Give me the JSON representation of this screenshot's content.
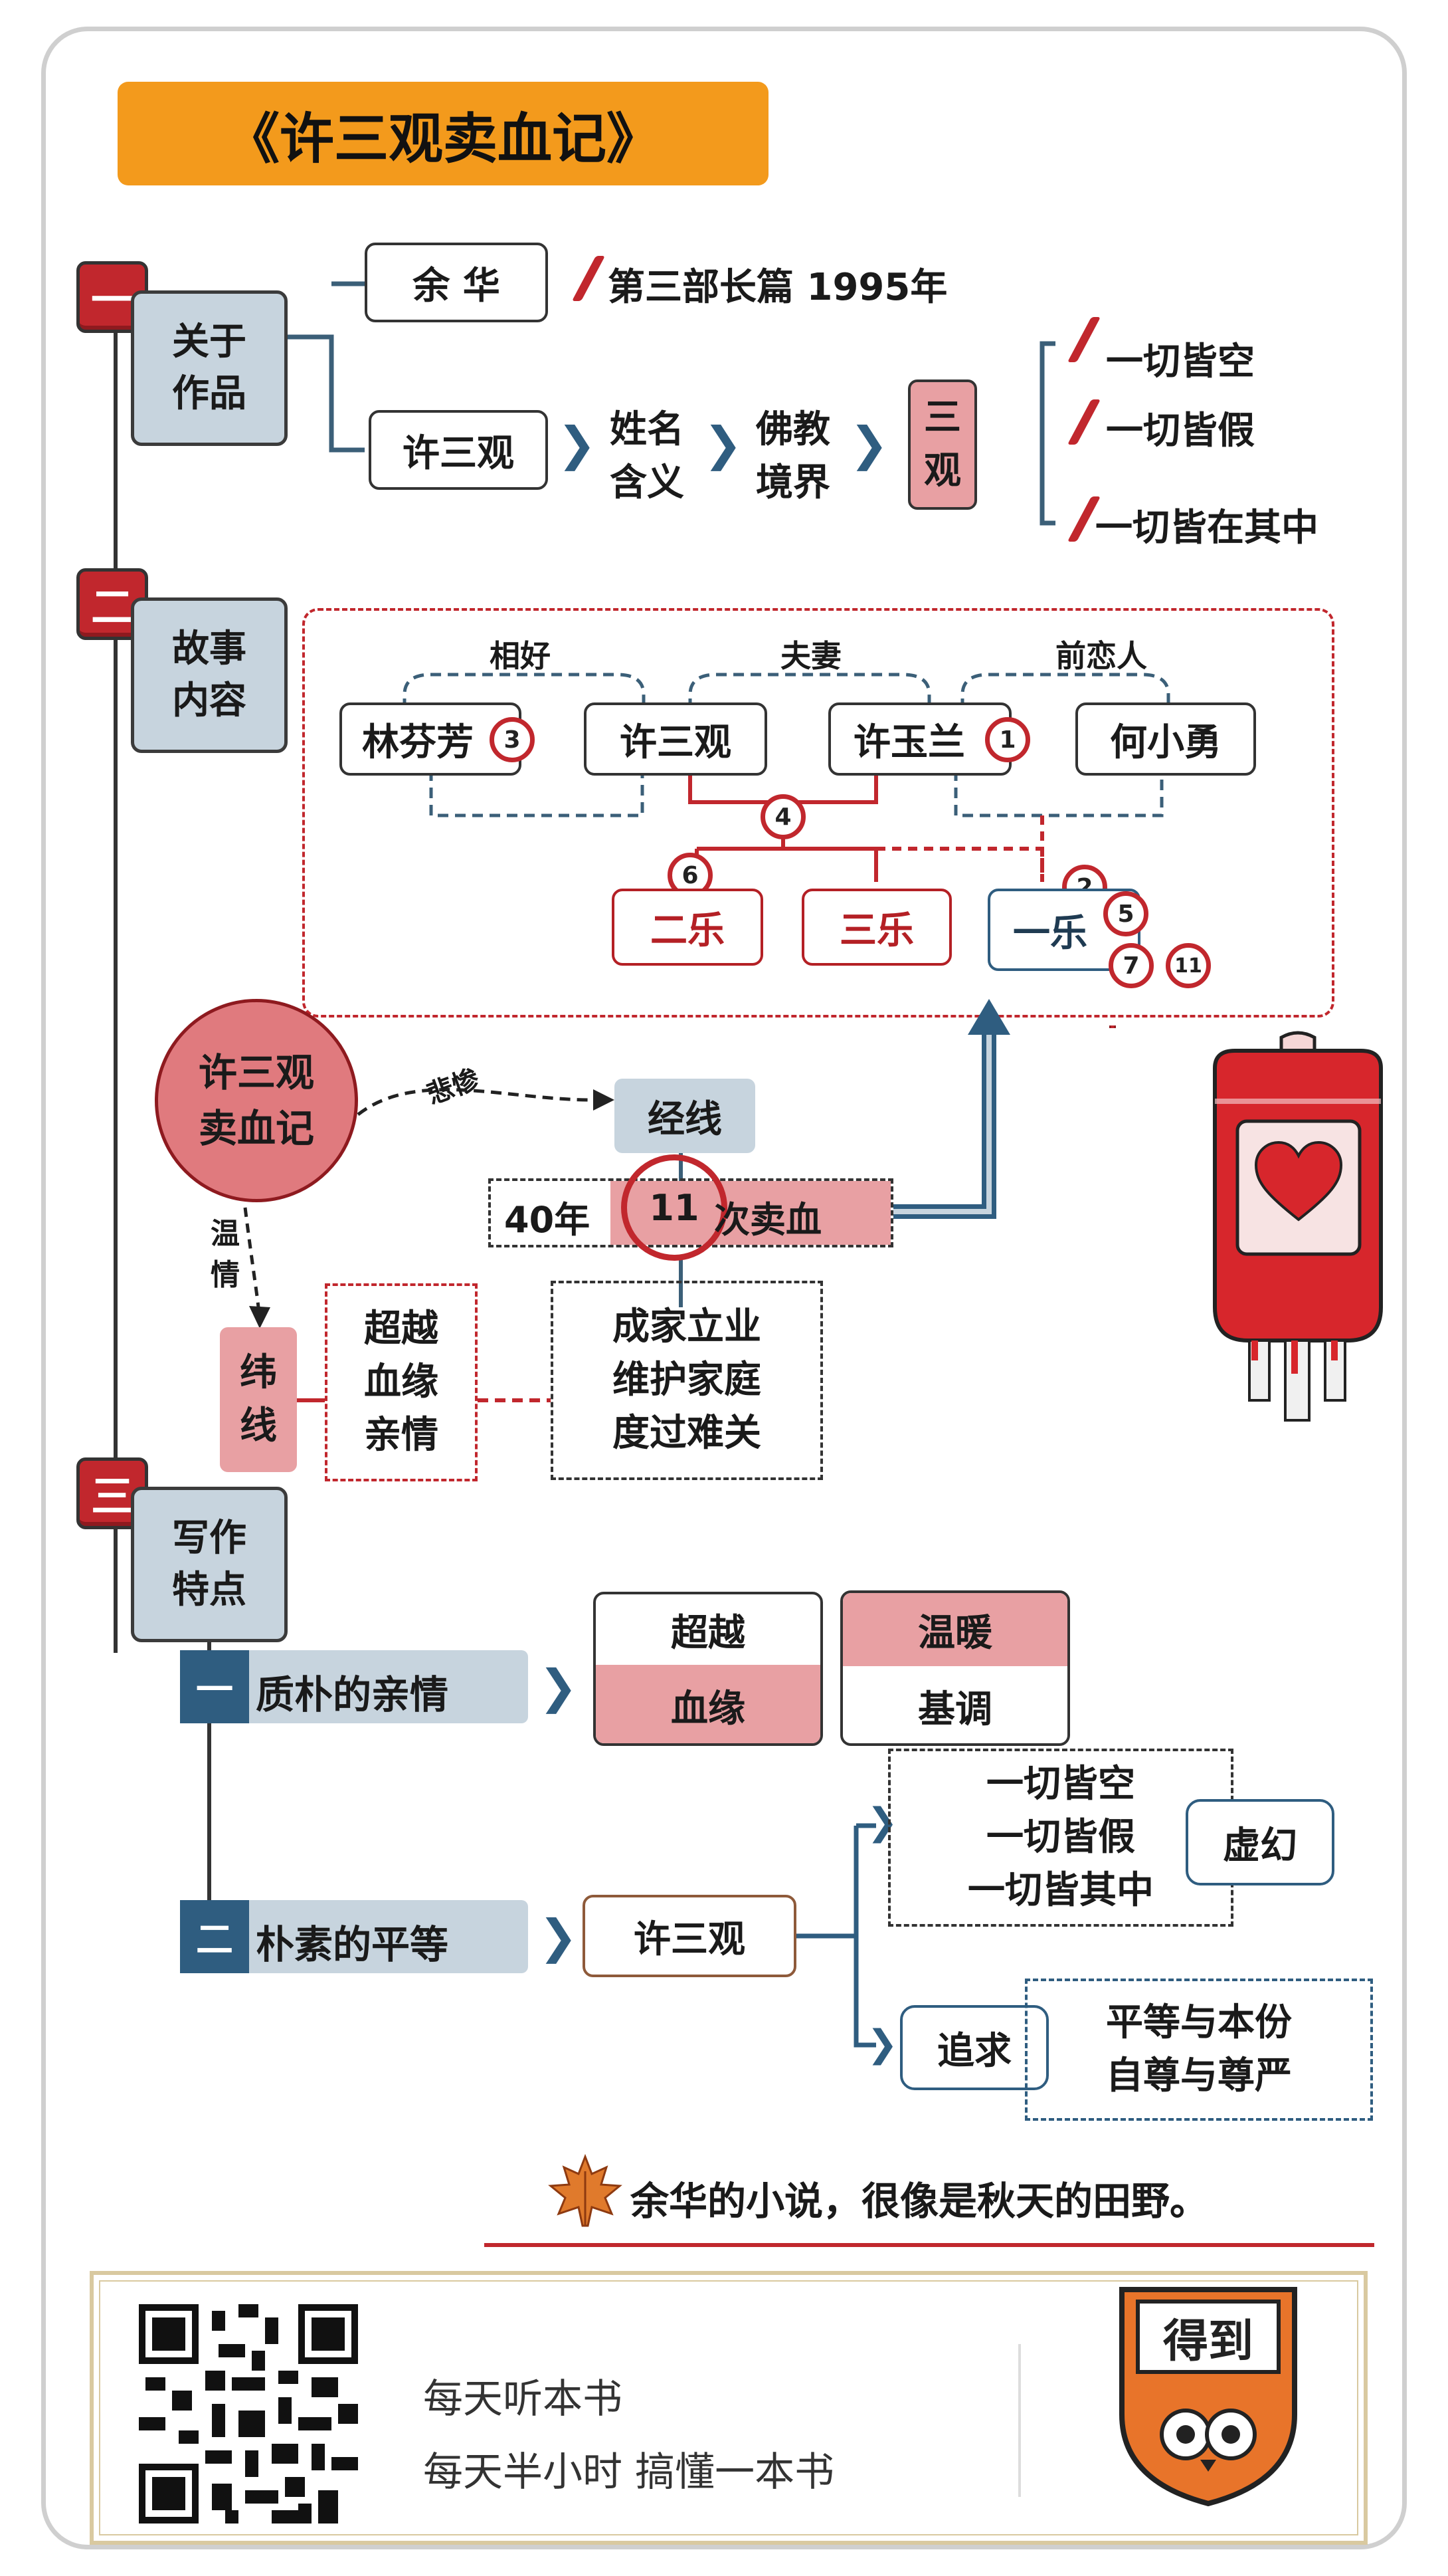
{
  "title": "《许三观卖血记》",
  "sections": {
    "s1": {
      "num": "一",
      "line1": "关于",
      "line2": "作品"
    },
    "s2": {
      "num": "二",
      "line1": "故事",
      "line2": "内容"
    },
    "s3": {
      "num": "三",
      "line1": "写作",
      "line2": "特点"
    }
  },
  "about": {
    "author": "余  华",
    "publication": "第三部长篇  1995年",
    "protagonist": "许三观",
    "step1": [
      "姓名",
      "含义"
    ],
    "step2": [
      "佛教",
      "境界"
    ],
    "three_views": [
      "三",
      "观"
    ],
    "views": [
      "一切皆空",
      "一切皆假",
      "一切皆在其中"
    ]
  },
  "story": {
    "relations": {
      "r1": "相好",
      "r2": "夫妻",
      "r3": "前恋人"
    },
    "people": {
      "p1": "林芬芳",
      "p2": "许三观",
      "p3": "许玉兰",
      "p4": "何小勇",
      "c1": "二乐",
      "c2": "三乐",
      "c3": "一乐"
    },
    "badges": {
      "b1": "3",
      "b2": "1",
      "b3": "4",
      "b4": "6",
      "b5": "2",
      "b6": "5",
      "b7": "7",
      "b8": "11"
    },
    "book_circle": [
      "许三观",
      "卖血记"
    ],
    "tragic": "悲惨",
    "warmth": [
      "温",
      "情"
    ],
    "warp": "经线",
    "weft": [
      "纬",
      "线"
    ],
    "years": "40年",
    "count": "11",
    "sales": "次卖血",
    "transcend": [
      "超越",
      "血缘",
      "亲情"
    ],
    "goals": [
      "成家立业",
      "维护家庭",
      "度过难关"
    ]
  },
  "writing": {
    "item1": {
      "num": "一",
      "label": "质朴的亲情"
    },
    "beyond": "超越",
    "blood": "血缘",
    "warm": "温暖",
    "tone": "基调",
    "item2": {
      "num": "二",
      "label": "朴素的平等"
    },
    "protagonist": "许三观",
    "views": [
      "一切皆空",
      "一切皆假",
      "一切皆其中"
    ],
    "illusion": "虚幻",
    "pursuit": "追求",
    "values": [
      "平等与本份",
      "自尊与尊严"
    ]
  },
  "quote": "余华的小说，很像是秋天的田野。",
  "footer": {
    "line1": "每天听本书",
    "line2": "每天半小时 搞懂一本书",
    "logo_text": "得到"
  },
  "colors": {
    "accent_orange": "#f39a1c",
    "accent_red": "#c1272d",
    "pink": "#e8a0a3",
    "slate_blue": "#c7d4de",
    "navy": "#2f5d80"
  }
}
